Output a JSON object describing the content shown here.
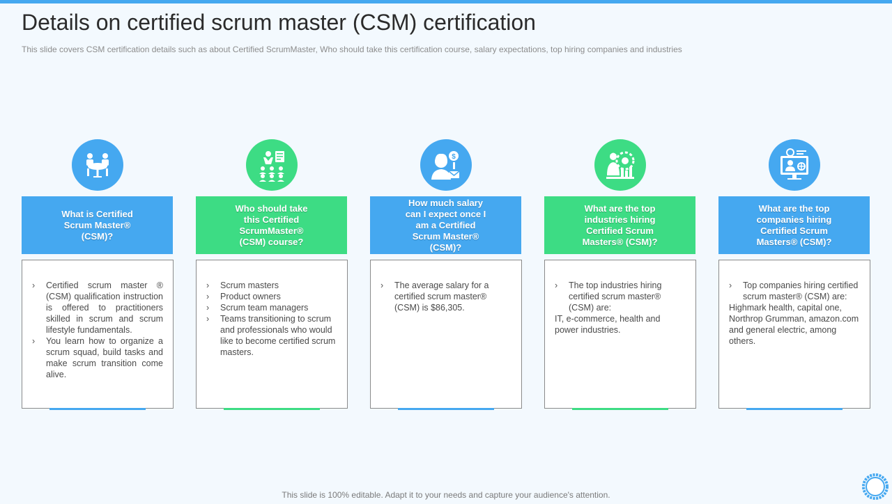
{
  "title": "Details on certified scrum master (CSM) certification",
  "subtitle": "This slide covers CSM certification details such as about Certified ScrumMaster, Who should take this certification course, salary expectations, top hiring companies and industries",
  "footer": "This slide is 100% editable. Adapt it to your needs and capture your audience's attention.",
  "colors": {
    "blue": "#45a8f0",
    "green": "#3ddc84",
    "top_bar": "#45a8f0",
    "background": "#f3f9fe"
  },
  "columns": [
    {
      "icon": "meeting-table-icon",
      "header": "What is Certified Scrum Master® (CSM)?",
      "items": [
        "Certified scrum master ® (CSM) qualification instruction is offered to practitioners skilled in scrum and scrum lifestyle fundamentals.",
        "You learn how to organize a scrum squad, build tasks and make scrum transition come alive."
      ]
    },
    {
      "icon": "audience-presentation-icon",
      "header": "Who should take this Certified ScrumMaster® (CSM) course?",
      "items": [
        "Scrum masters",
        "Product owners",
        "Scrum team managers",
        "Teams transitioning to scrum and professionals who would like to become certified scrum masters."
      ]
    },
    {
      "icon": "salary-person-icon",
      "header": "How much salary can I expect once I am a Certified Scrum Master® (CSM)?",
      "items": [
        "The average salary for a certified scrum master® (CSM) is $86,305."
      ]
    },
    {
      "icon": "industry-worker-icon",
      "header": "What are the top industries hiring Certified Scrum Masters® (CSM)?",
      "items": [
        "The top industries hiring certified scrum master® (CSM) are:"
      ],
      "extra": "IT, e-commerce, health and power industries."
    },
    {
      "icon": "company-monitor-icon",
      "header": "What are the top companies hiring Certified Scrum Masters® (CSM)?",
      "items": [
        "Top companies hiring certified scrum master® (CSM) are:"
      ],
      "extra": "Highmark health, capital one, Northrop Grumman, amazon.com and general electric, among others."
    }
  ]
}
